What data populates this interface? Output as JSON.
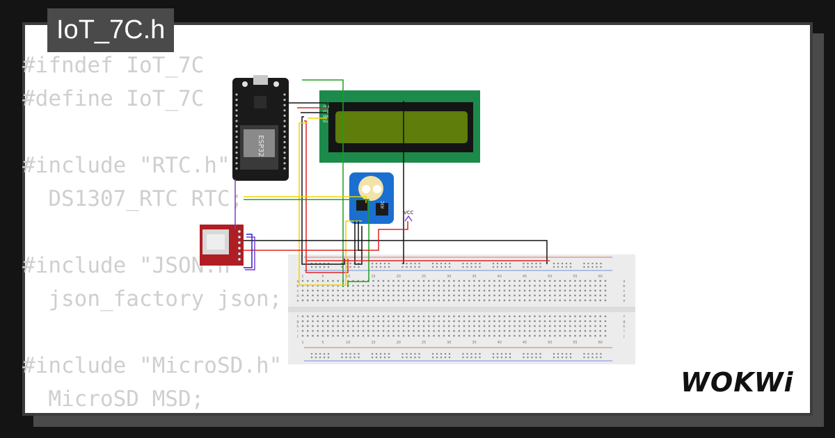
{
  "title": "IoT_7C.h",
  "code_lines": [
    "#ifndef IoT_7C",
    "#define IoT_7C",
    "",
    "#include \"RTC.h\"",
    "  DS1307_RTC RTC;",
    "",
    "#include \"JSON.h\"",
    "  json_factory json;",
    "",
    "#include \"MicroSD.h\"",
    "  MicroSD MSD;"
  ],
  "esp32": {
    "label": "ESP32"
  },
  "lcd": {
    "pins": [
      "GND",
      "VCC",
      "SDA",
      "SCL"
    ]
  },
  "rtc": {
    "label": "RTC",
    "vcc_label": "VCC"
  },
  "breadboard": {
    "column_numbers": [
      "1",
      "5",
      "10",
      "15",
      "20",
      "25",
      "30",
      "35",
      "40",
      "45",
      "50",
      "55",
      "60"
    ],
    "rows_top": [
      "a",
      "b",
      "c",
      "d",
      "e"
    ],
    "rows_bottom": [
      "f",
      "g",
      "h",
      "i",
      "j"
    ]
  },
  "brand": {
    "logo": "WOKWi"
  },
  "colors": {
    "background": "#141414",
    "card": "#ffffff",
    "tab": "#4a4a4a",
    "lcd_board": "#1c8a4a",
    "lcd_screen": "#5e7d0a",
    "rtc_board": "#1b6fd1",
    "sd_board": "#b01d23"
  }
}
